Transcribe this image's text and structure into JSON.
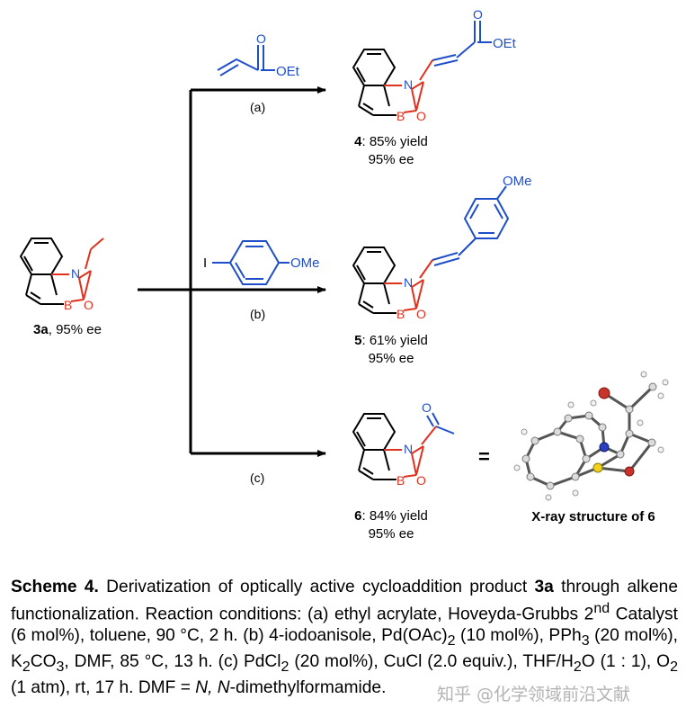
{
  "reagents": {
    "ethyl_acrylate_group": "OEt",
    "iodoanisole_iodine": "I",
    "iodoanisole_group": "OMe"
  },
  "conditions": {
    "a": "(a)",
    "b": "(b)",
    "c": "(c)"
  },
  "atoms": {
    "N": "N",
    "B": "B",
    "O": "O",
    "OEt": "OEt",
    "OMe": "OMe"
  },
  "compounds": {
    "start": {
      "id": "3a",
      "detail": ", 95% ee"
    },
    "c4": {
      "id": "4",
      "yield": ": 85% yield",
      "ee": "95% ee"
    },
    "c5": {
      "id": "5",
      "yield": ": 61% yield",
      "ee": "95% ee"
    },
    "c6": {
      "id": "6",
      "yield": ": 84% yield",
      "ee": "95% ee"
    }
  },
  "equals": "=",
  "xray_label": "X-ray structure of 6",
  "caption": {
    "title": "Scheme 4.",
    "t1": " Derivatization of optically active cycloaddition product ",
    "prod": "3a",
    "t2": " through alkene functionalization. Reaction conditions: (a) ethyl acrylate, Hoveyda-Grubbs 2",
    "sup_nd": "nd",
    "t3": " Catalyst (6 mol%), toluene, 90 °C, 2 h. (b) 4-iodoanisole, Pd(OAc)",
    "sub_2a": "2",
    "t4": " (10 mol%), PPh",
    "sub_3": "3",
    "t5": " (20 mol%), K",
    "sub_2b": "2",
    "t6": "CO",
    "sub_3b": "3",
    "t7": ", DMF, 85 °C, 13 h. (c) PdCl",
    "sub_2c": "2",
    "t8": " (20 mol%), CuCl (2.0 equiv.), THF/H",
    "sub_2d": "2",
    "t9": "O (1 : 1), O",
    "sub_2e": "2",
    "t10": " (1 atm), rt, 17 h. DMF = ",
    "dmf": "N, N",
    "t11": "-dimethylformamide."
  },
  "watermark": "知乎 @化学领域前沿文献",
  "colors": {
    "red": "#e0301e",
    "blue": "#1f4fc8",
    "black": "#000000"
  }
}
